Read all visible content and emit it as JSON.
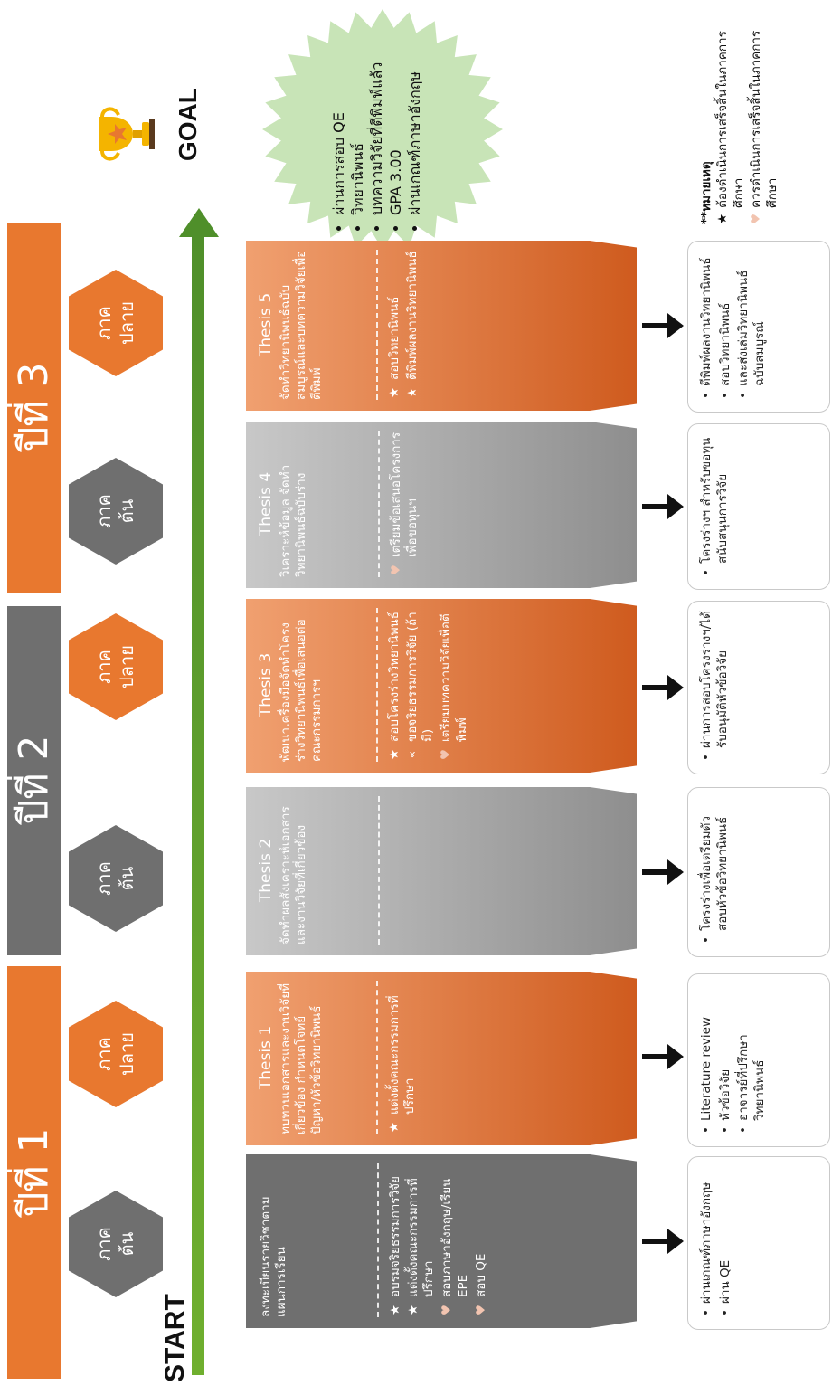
{
  "labels": {
    "start": "START",
    "goal": "GOAL"
  },
  "colors": {
    "orange": "#E8782F",
    "orange_dark": "#CF5B1E",
    "gray": "#6F6F6F",
    "gray_light": "#A9A9A9",
    "green": "#5E9E2B",
    "goal_burst": "#C8E4B7",
    "heart": "#F2C4B0"
  },
  "years": [
    {
      "label": "ปีที่ 1",
      "color": "#E8782F"
    },
    {
      "label": "ปีที่ 2",
      "color": "#6F6F6F"
    },
    {
      "label": "ปีที่ 3",
      "color": "#E8782F"
    }
  ],
  "terms": [
    {
      "label_top": "ภาค",
      "label_bottom": "ต้น",
      "color": "#6F6F6F"
    },
    {
      "label_top": "ภาค",
      "label_bottom": "ปลาย",
      "color": "#E8782F"
    },
    {
      "label_top": "ภาค",
      "label_bottom": "ต้น",
      "color": "#6F6F6F"
    },
    {
      "label_top": "ภาค",
      "label_bottom": "ปลาย",
      "color": "#E8782F"
    },
    {
      "label_top": "ภาค",
      "label_bottom": "ต้น",
      "color": "#6F6F6F"
    },
    {
      "label_top": "ภาค",
      "label_bottom": "ปลาย",
      "color": "#E8782F"
    }
  ],
  "phases": [
    {
      "title": "",
      "description": "ลงทะเบียนรายวิชาตามแผนการเรียน",
      "style": "gray",
      "items": [
        {
          "marker": "★",
          "text": "อบรมจริยธรรมการวิจัย"
        },
        {
          "marker": "★",
          "text": "แต่งตั้งคณะกรรมการที่ปรึกษา"
        },
        {
          "marker": "♥",
          "text": "สอบภาษาอังกฤษ/เรียน EPE"
        },
        {
          "marker": "♥",
          "text": "สอบ QE"
        }
      ]
    },
    {
      "title": "Thesis 1",
      "description": "ทบทวนเอกสารและงานวิจัยที่เกี่ยวข้อง กำหนดโจทย์ปัญหา/หัวข้อวิทยานิพนธ์",
      "style": "orange",
      "items": [
        {
          "marker": "★",
          "text": "แต่งตั้งคณะกรรมการที่ปรึกษา"
        }
      ]
    },
    {
      "title": "Thesis 2",
      "description": "จัดทำผลสังเคราะห์เอกสาร และงานวิจัยที่เกี่ยวข้อง",
      "style": "gray-light",
      "items": []
    },
    {
      "title": "Thesis 3",
      "description": "พัฒนาเครื่องมือจัดทำโครงร่างวิทยานิพนธ์เพื่อเสนอต่อคณะกรรมการฯ",
      "style": "orange",
      "items": [
        {
          "marker": "★",
          "text": "สอบโครงร่างวิทยานิพนธ์"
        },
        {
          "marker": "«",
          "text": "ขอจริยธรรมการวิจัย (ถ้ามี)"
        },
        {
          "marker": "♥",
          "text": "เตรียมบทความวิจัยเพื่อตีพิมพ์"
        }
      ]
    },
    {
      "title": "Thesis 4",
      "description": "วิเคราะห์ข้อมูล จัดทำวิทยานิพนธ์ฉบับร่าง",
      "style": "gray-light",
      "items": [
        {
          "marker": "♥",
          "text": "เตรียมข้อเสนอโครงการเพื่อขอทุนฯ"
        }
      ]
    },
    {
      "title": "Thesis 5",
      "description": "จัดทำวิทยานิพนธ์ฉบับสมบูรณ์และบทความวิจัยเพื่อตีพิมพ์",
      "style": "orange",
      "items": [
        {
          "marker": "★",
          "text": "สอบวิทยานิพนธ์"
        },
        {
          "marker": "★",
          "text": "ตีพิมพ์ผลงานวิทยานิพนธ์"
        }
      ]
    }
  ],
  "results": [
    {
      "items": [
        "ผ่านเกณฑ์ภาษาอังกฤษ",
        "ผ่าน QE"
      ]
    },
    {
      "items": [
        "Literature review",
        "หัวข้อวิจัย",
        "อาจารย์ที่ปรึกษาวิทยานิพนธ์"
      ]
    },
    {
      "items": [
        "โครงร่างเพื่อเตรียมตัวสอบหัวข้อวิทยานิพนธ์"
      ]
    },
    {
      "items": [
        "ผ่านการสอบโครงร่างฯ/ได้รับอนุมัติหัวข้อวิจัย"
      ]
    },
    {
      "items": [
        "โครงร่างฯ สำหรับขอทุนสนับสนุนการวิจัย"
      ]
    },
    {
      "items": [
        "ตีพิมพ์ผลงานวิทยานิพนธ์",
        "สอบวิทยานิพนธ์",
        "และส่งเล่มวิทยานิพนธ์ฉบับสมบูรณ์"
      ]
    }
  ],
  "goal": {
    "items": [
      "ผ่านการสอบ QE",
      "วิทยานิพนธ์",
      "บทความวิจัยที่ตีพิมพ์แล้ว",
      "GPA 3.00",
      "ผ่านเกณฑ์ภาษาอังกฤษ"
    ]
  },
  "legend": {
    "title": "**หมายเหตุ",
    "items": [
      {
        "marker": "★",
        "text": "ต้องดำเนินการเสร็จสิ้นในภาคการศึกษา"
      },
      {
        "marker": "♥",
        "text": "ควรดำเนินการเสร็จสิ้นในภาคการศึกษา"
      }
    ]
  }
}
